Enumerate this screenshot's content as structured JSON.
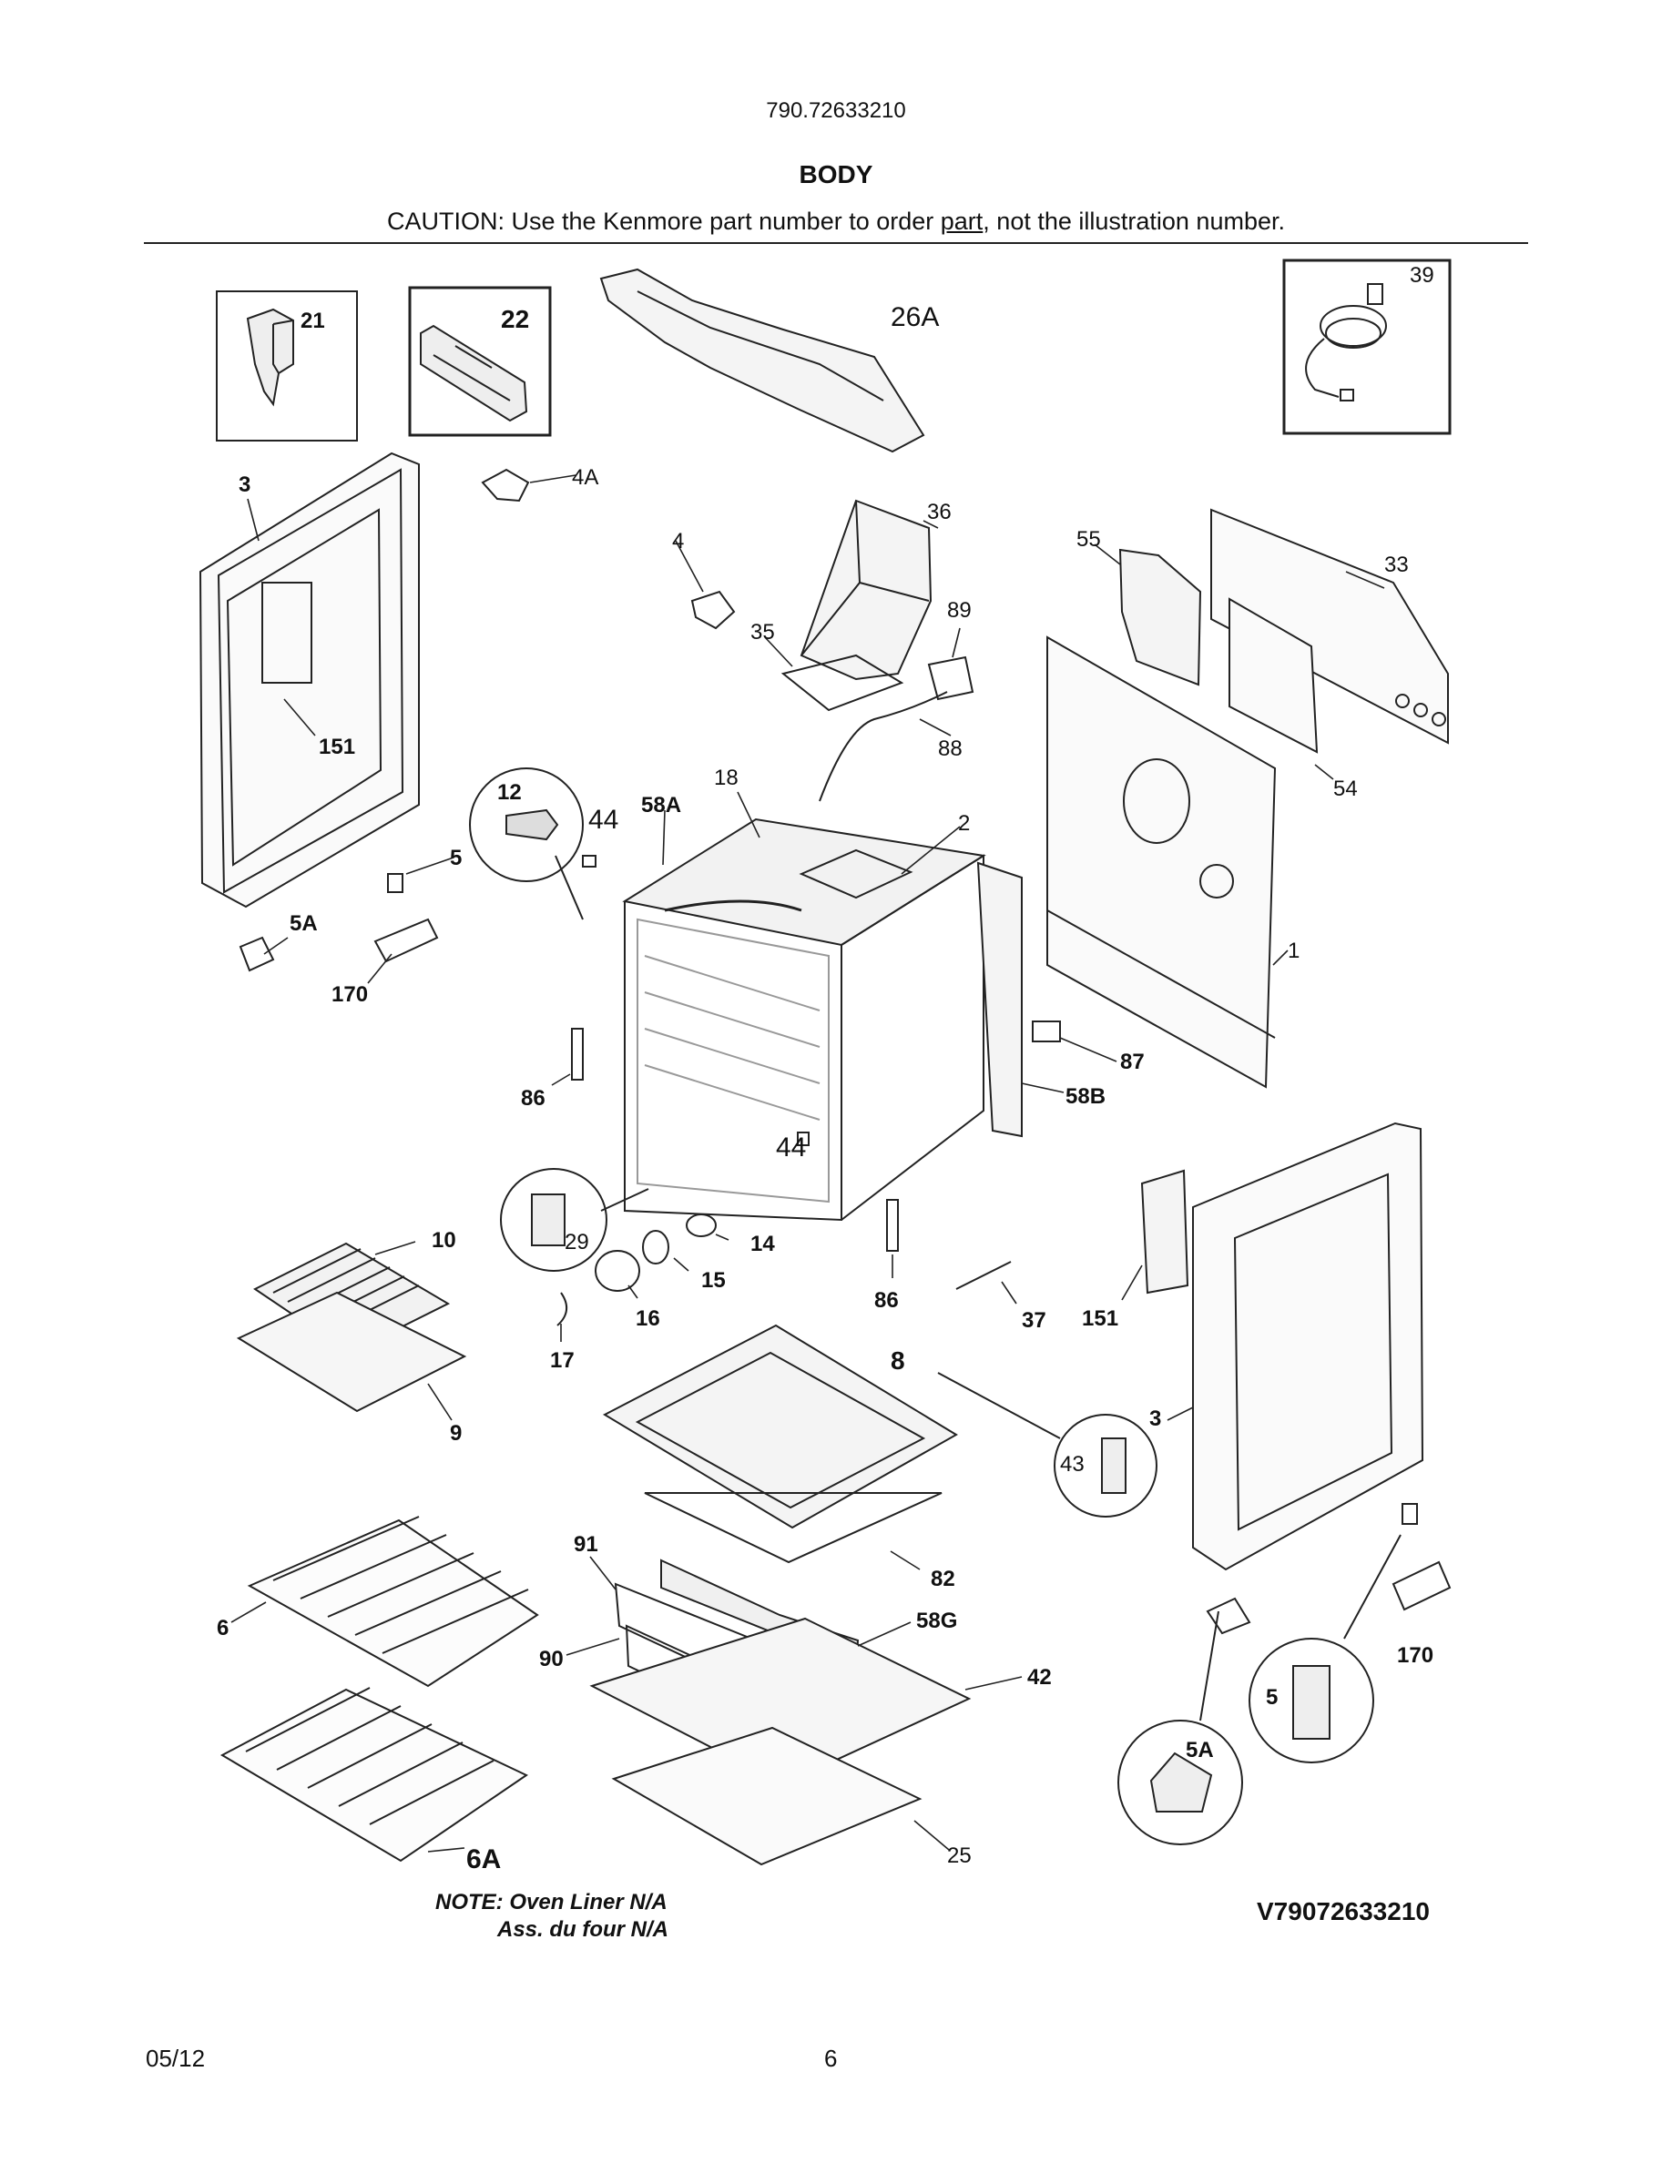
{
  "header": {
    "model_number": "790.72633210",
    "section_title": "BODY",
    "caution_prefix": "CAUTION: Use the Kenmore part number to order ",
    "caution_link": "part",
    "caution_suffix": ", not the illustration number."
  },
  "callouts": {
    "c21": "21",
    "c22": "22",
    "c26A": "26A",
    "c39": "39",
    "c3a": "3",
    "c4A": "4A",
    "c4": "4",
    "c36": "36",
    "c35": "35",
    "c89": "89",
    "c55": "55",
    "c33": "33",
    "c54": "54",
    "c151a": "151",
    "c88": "88",
    "c12": "12",
    "c44a": "44",
    "c58A": "58A",
    "c18": "18",
    "c2": "2",
    "c5a": "5",
    "c5Aa": "5A",
    "c170a": "170",
    "c1": "1",
    "c87": "87",
    "c86a": "86",
    "c58B": "58B",
    "c44b": "44",
    "c29": "29",
    "c10": "10",
    "c14": "14",
    "c15": "15",
    "c16": "16",
    "c86b": "86",
    "c37": "37",
    "c151b": "151",
    "c17": "17",
    "c9": "9",
    "c8": "8",
    "c43": "43",
    "c3b": "3",
    "c91": "91",
    "c82": "82",
    "c6": "6",
    "c58G": "58G",
    "c90": "90",
    "c42": "42",
    "c170b": "170",
    "c5b": "5",
    "c5Ab": "5A",
    "c25": "25",
    "c6A": "6A"
  },
  "notes": {
    "line1": "NOTE: Oven Liner N/A",
    "line2": "Ass. du four N/A"
  },
  "diagram_code": "V79072633210",
  "footer": {
    "date": "05/12",
    "page": "6"
  }
}
